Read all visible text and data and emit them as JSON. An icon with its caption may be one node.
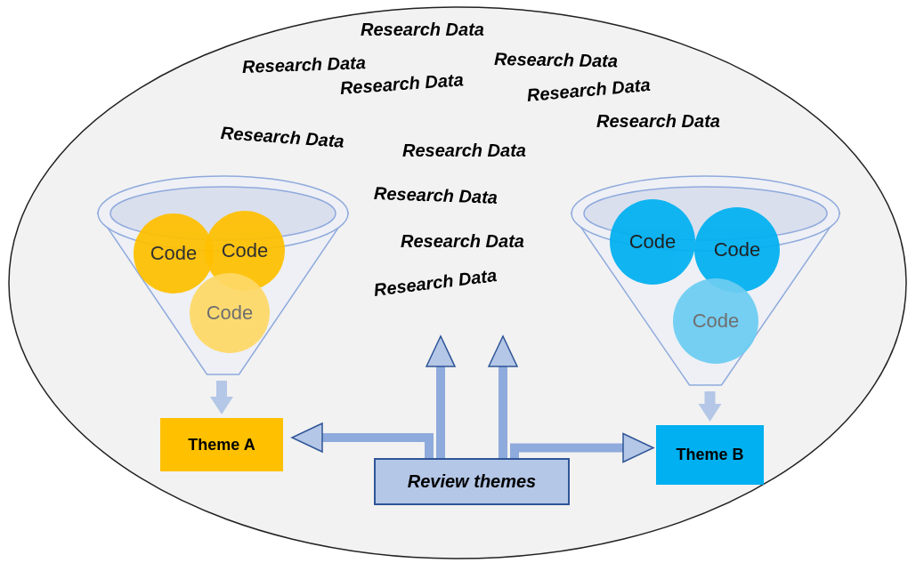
{
  "diagram": {
    "nodes": [
      {
        "text": [],
        "shape": "funnel"
      },
      {
        "text": [
          "Code"
        ],
        "in": 0
      },
      {
        "text": [
          "Code"
        ],
        "in": 0
      },
      {
        "text": [
          "Code"
        ],
        "in": 0
      },
      {
        "text": [
          "Theme A"
        ]
      },
      {
        "text": [],
        "shape": "funnel"
      },
      {
        "text": [
          "Code"
        ],
        "in": 5
      },
      {
        "text": [
          "Code"
        ],
        "in": 5
      },
      {
        "text": [
          "Code"
        ],
        "in": 5
      },
      {
        "text": [
          "Theme B"
        ]
      },
      {
        "text": [
          "Review themes"
        ]
      }
    ],
    "edges": [
      {
        "from": 0,
        "to": 4,
        "arrow": "to"
      },
      {
        "from": 5,
        "to": 9,
        "arrow": "to"
      },
      {
        "from": 10,
        "to": 4,
        "arrow": "to"
      },
      {
        "from": 10,
        "to": 9,
        "arrow": "to"
      },
      {
        "from": 10,
        "to": null,
        "arrow": "to"
      },
      {
        "from": 10,
        "to": null,
        "arrow": "to"
      }
    ],
    "labels": [
      "Research Data",
      "Research Data",
      "Research Data",
      "Research Data",
      "Research Data",
      "Research Data",
      "Research Data",
      "Research Data",
      "Research Data",
      "Research Data",
      "Research Data"
    ]
  }
}
